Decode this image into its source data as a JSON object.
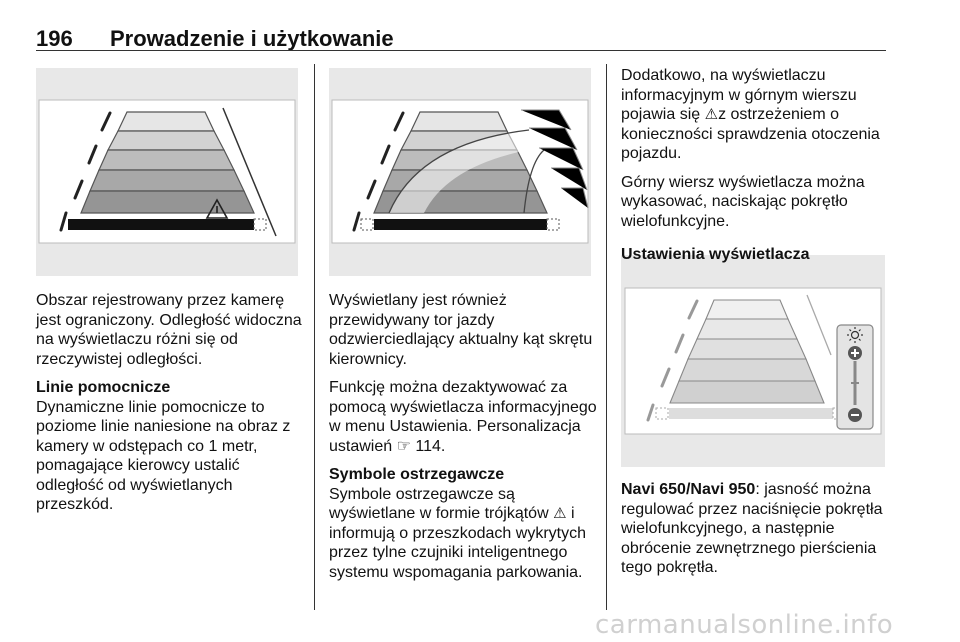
{
  "header": {
    "page_number": "196",
    "title": "Prowadzenie i użytkowanie"
  },
  "col1": {
    "paragraph1": "Obszar rejestrowany przez kamerę jest ograniczony. Odległość widoczna na wyświetlaczu różni się od rzeczywistej odległości.",
    "heading": "Linie pomocnicze",
    "paragraph2": "Dynamiczne linie pomocnicze to poziome linie naniesione na obraz z kamery w odstępach co 1 metr, pomagające kierowcy ustalić odległość od wyświetlanych przeszkód."
  },
  "col2": {
    "paragraph1": "Wyświetlany jest również przewidywany tor jazdy odzwierciedlający aktualny kąt skrętu kierownicy.",
    "paragraph2_before": "Funkcję można dezaktywować za pomocą wyświetlacza informacyjnego w menu Ustawienia. Personalizacja ustawień ",
    "paragraph2_ref": "114",
    "heading": "Symbole ostrzegawcze",
    "paragraph3_before": "Symbole ostrzegawcze są wyświetlane w formie trójkątów ",
    "paragraph3_after": " i informują o przeszkodach wykrytych przez tylne czujniki inteligentnego systemu wspomagania parkowania."
  },
  "col3": {
    "paragraph1_before": "Dodatkowo, na wyświetlaczu informacyjnym w górnym wierszu pojawia się ",
    "paragraph1_after": "z ostrzeżeniem o konieczności sprawdzenia otoczenia pojazdu.",
    "paragraph2": "Górny wiersz wyświetlacza można wykasować, naciskając pokrętło wielofunkcyjne.",
    "heading": "Ustawienia wyświetlacza",
    "paragraph3_bold": "Navi 650/Navi 950",
    "paragraph3_rest": ": jasność można regulować przez naciśnięcie pokrętła wielofunkcyjnego, a następnie obrócenie zewnętrznego pierścienia tego pokrętła."
  },
  "symbols": {
    "warning": "⚠",
    "reference": "☞"
  },
  "watermark": "carmanualsonline.info"
}
